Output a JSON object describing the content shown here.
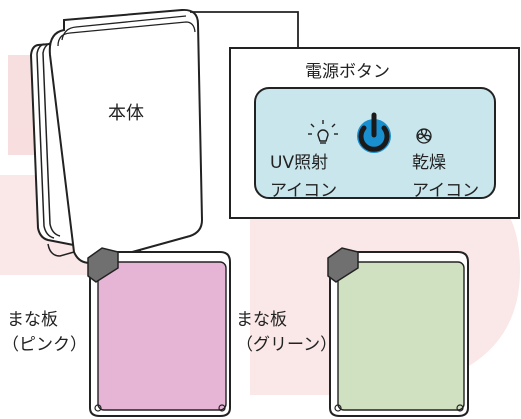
{
  "main_unit": {
    "label": "本体"
  },
  "power_callout": {
    "title": "電源ボタン",
    "uv_icon_label": [
      "UV照射",
      "アイコン"
    ],
    "dry_icon_label": [
      "乾燥",
      "アイコン"
    ],
    "panel_color": "#c9e6ec",
    "power_icon_color": "#1a8fd0"
  },
  "cutting_boards": [
    {
      "label": [
        "まな板",
        "（ピンク）"
      ],
      "fill": "#e6b5d6"
    },
    {
      "label": [
        "まな板",
        "（グリーン）"
      ],
      "fill": "#cfe1c0"
    }
  ],
  "icons": {
    "uv": "sun-icon",
    "power": "power-icon",
    "dry": "fan-icon"
  },
  "colors": {
    "outline": "#222222",
    "watermark": "#f3c4c4"
  }
}
